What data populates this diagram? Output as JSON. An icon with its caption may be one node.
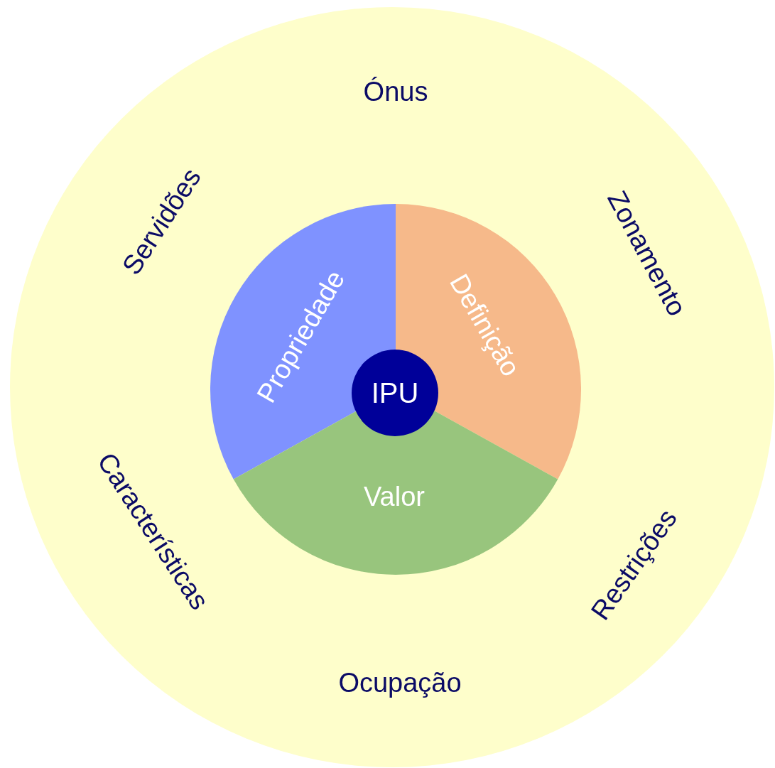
{
  "diagram": {
    "nodes": [
      {
        "text": [
          "Ónus",
          "Servidões",
          "Zonamento",
          "Características",
          "Restrições",
          "Ocupação"
        ]
      },
      {
        "text": [
          "Propriedade"
        ],
        "in": 0
      },
      {
        "text": [
          "Definição"
        ],
        "in": 0
      },
      {
        "text": [
          "Valor"
        ],
        "in": 0
      },
      {
        "text": [
          "IPU"
        ],
        "in": 0
      }
    ]
  }
}
